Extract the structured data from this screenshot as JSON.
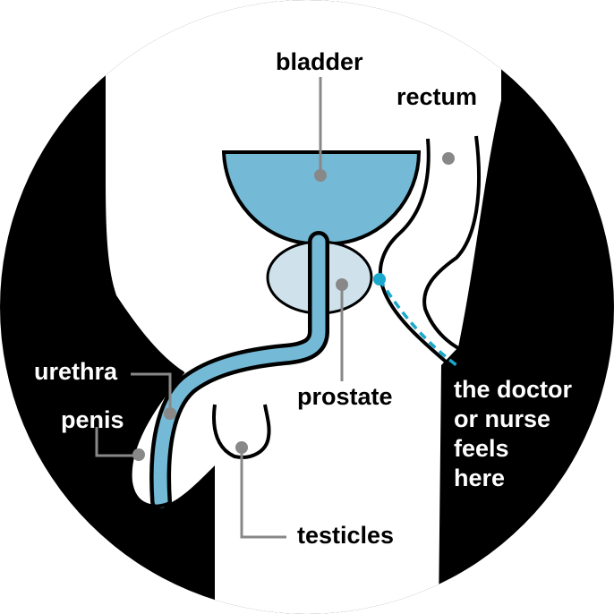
{
  "labels": {
    "bladder": "bladder",
    "rectum": "rectum",
    "urethra": "urethra",
    "penis": "penis",
    "prostate": "prostate",
    "testicles": "testicles",
    "note_line1": "the doctor",
    "note_line2": "or nurse",
    "note_line3": "feels",
    "note_line4": "here"
  },
  "colors": {
    "background_ring": "#000000",
    "body": "#ffffff",
    "bladder_fill": "#74b9d5",
    "prostate_fill": "#cfe2ec",
    "urethra_fill": "#74b9d5",
    "exam_path": "#1aa8cc",
    "leader_line": "#888888",
    "dot": "#888888"
  }
}
